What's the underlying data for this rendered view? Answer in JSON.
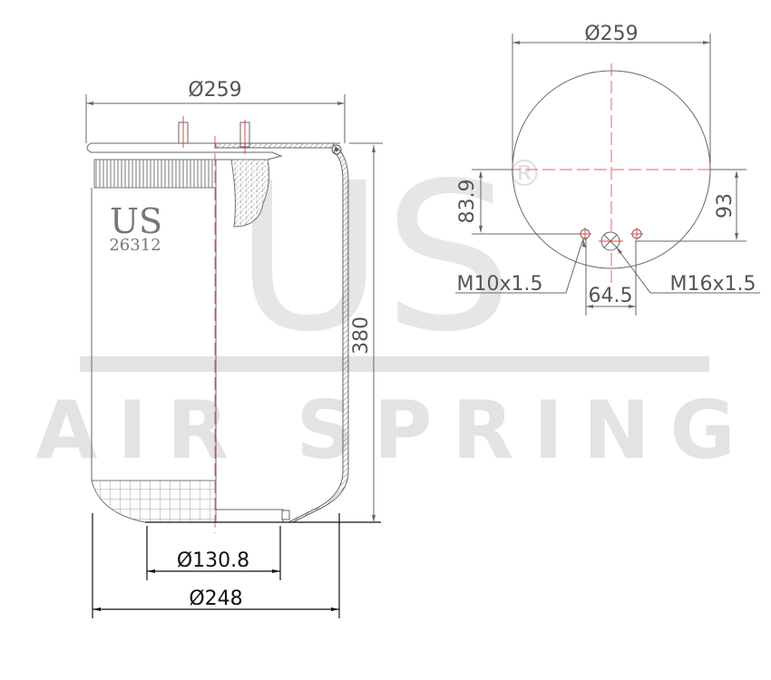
{
  "watermark": {
    "logo": "US",
    "registered": "®",
    "tagline": "AIR SPRING"
  },
  "part": {
    "brand": "US",
    "number": "26312"
  },
  "side_view": {
    "top_diameter": "Ø259",
    "height": "380",
    "bottom_inner_diameter": "Ø130.8",
    "bottom_diameter": "Ø248"
  },
  "top_view": {
    "diameter": "Ø259",
    "offset_left": "83.9",
    "offset_right": "93",
    "hole_spacing": "64.5",
    "thread_small": "M10x1.5",
    "thread_large": "M16x1.5"
  },
  "colors": {
    "centerline": "#f06060",
    "watermark": "#e3e3e3",
    "lines": "#666666"
  }
}
